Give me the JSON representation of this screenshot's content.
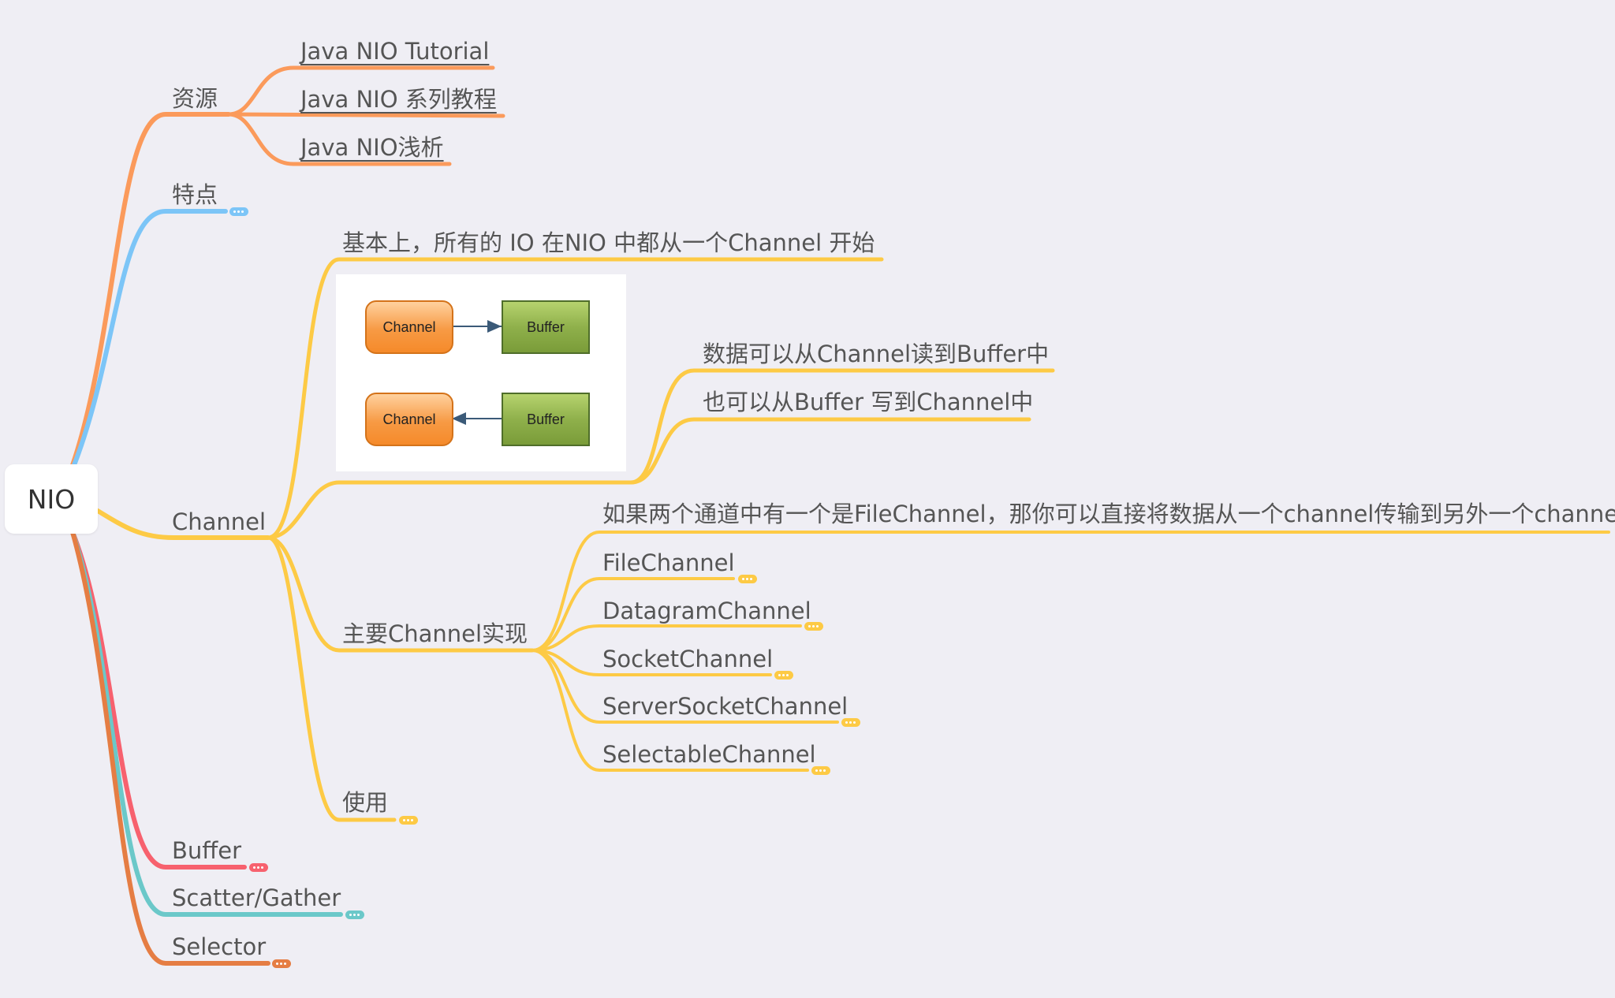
{
  "root": {
    "label": "NIO"
  },
  "colors": {
    "resources": "#fb9a5b",
    "features": "#7cc5f7",
    "channel": "#fdca45",
    "buffer": "#f7616e",
    "scatter": "#6bc8c9",
    "selector": "#e57d43"
  },
  "branches": {
    "resources": {
      "label": "资源",
      "links": [
        "Java NIO Tutorial",
        "Java NIO 系列教程",
        "Java NIO浅析"
      ]
    },
    "features": {
      "label": "特点"
    },
    "channel": {
      "label": "Channel",
      "basic": "基本上，所有的 IO 在NIO 中都从一个Channel 开始",
      "diagram": {
        "channel_label": "Channel",
        "buffer_label": "Buffer",
        "notes": [
          "数据可以从Channel读到Buffer中",
          "也可以从Buffer 写到Channel中"
        ]
      },
      "impl": {
        "label": "主要Channel实现",
        "note": "如果两个通道中有一个是FileChannel，那你可以直接将数据从一个channel传输到另外一个channel",
        "items": [
          "FileChannel",
          "DatagramChannel",
          "SocketChannel",
          "ServerSocketChannel",
          "SelectableChannel"
        ]
      },
      "usage": {
        "label": "使用"
      }
    },
    "buffer": {
      "label": "Buffer"
    },
    "scatter": {
      "label": "Scatter/Gather"
    },
    "selector": {
      "label": "Selector"
    }
  }
}
